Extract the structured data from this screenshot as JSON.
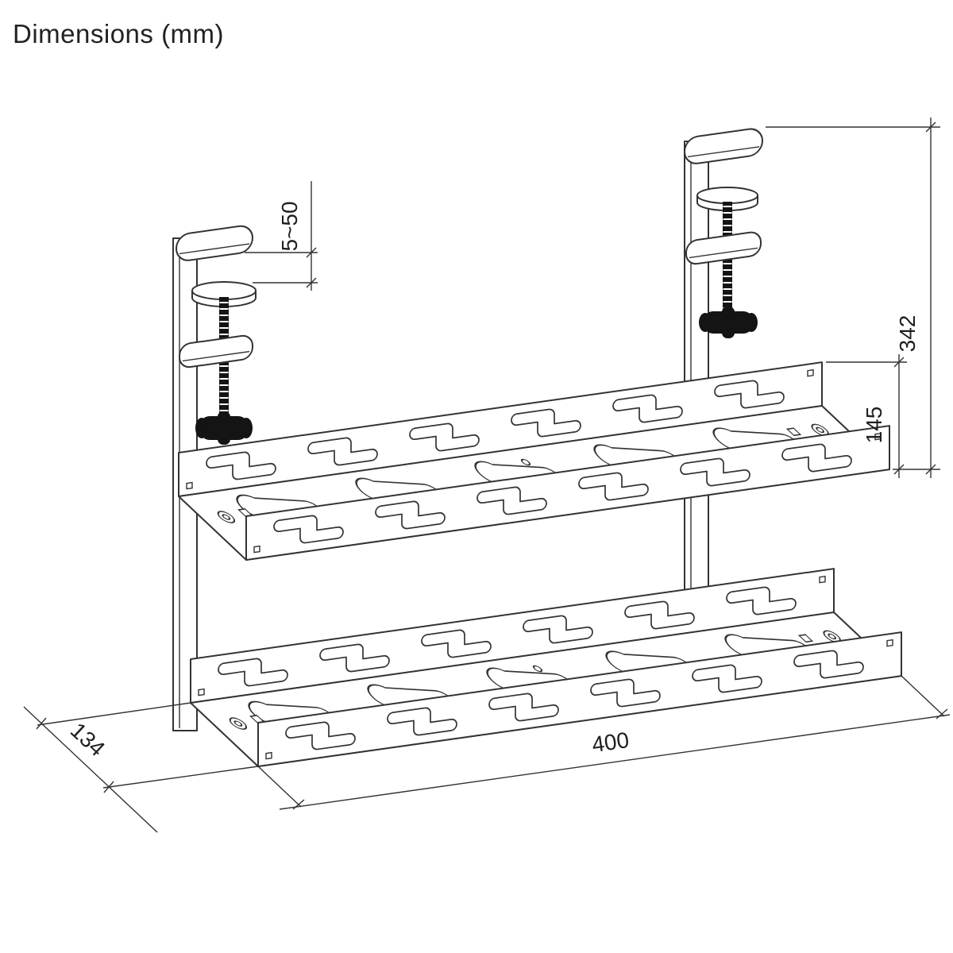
{
  "page": {
    "title": "Dimensions (mm)"
  },
  "diagram": {
    "subject": "under-desk cable management tray with two desk clamps",
    "line_color": "#333333",
    "dimensions": {
      "clamp_range": "5~50",
      "overall_height": "342",
      "tray_height": "145",
      "tray_width": "400",
      "tray_depth": "134"
    }
  }
}
